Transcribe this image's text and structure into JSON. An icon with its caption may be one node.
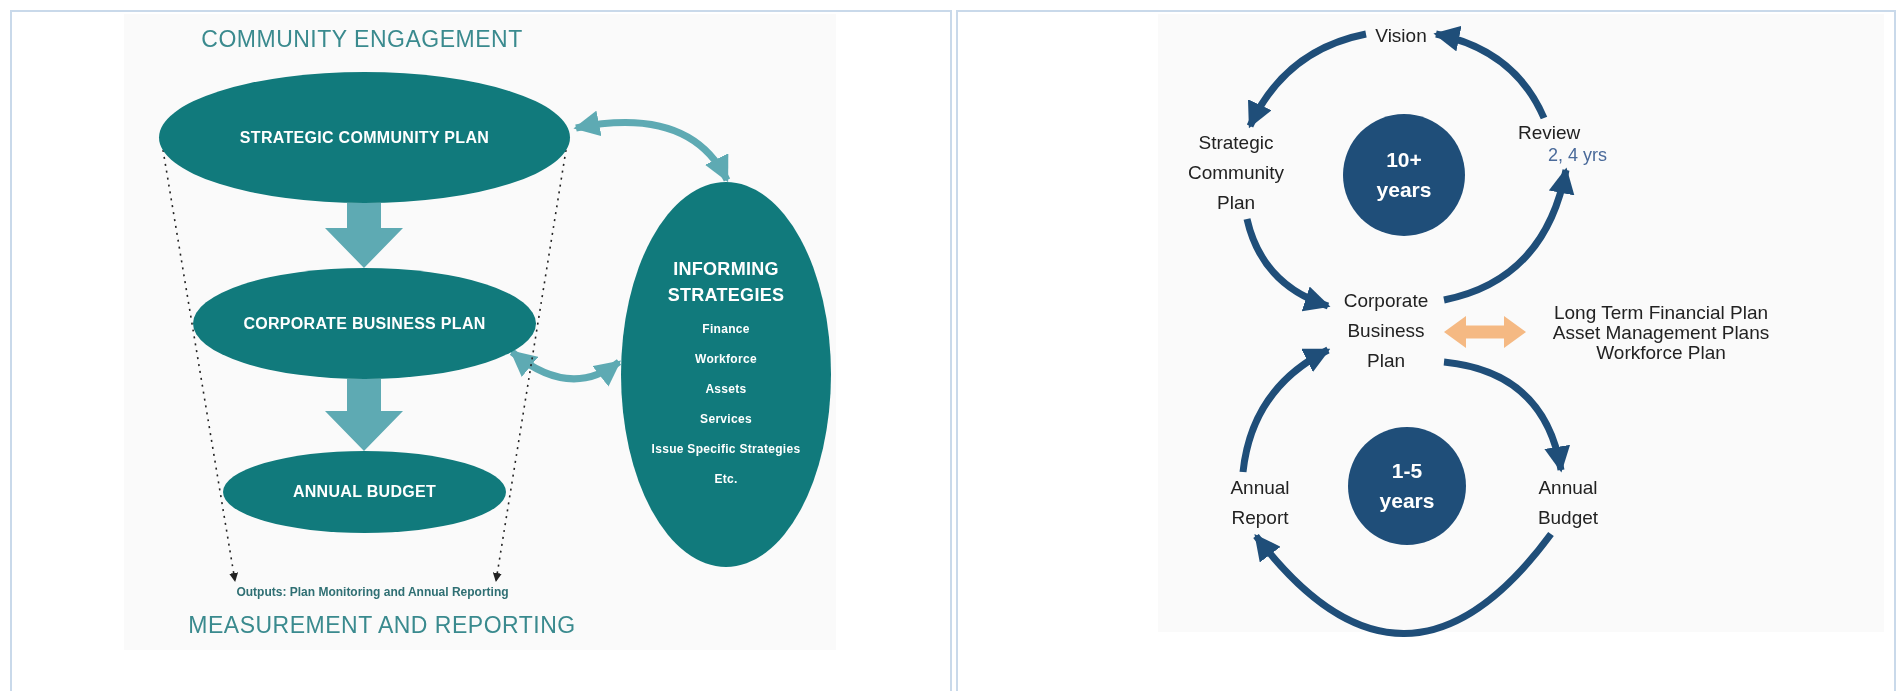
{
  "diagram": {
    "nodes": [
      {
        "text": [
          "STRATEGIC COMMUNITY PLAN"
        ]
      },
      {
        "text": [
          "CORPORATE BUSINESS PLAN"
        ]
      },
      {
        "text": [
          "ANNUAL BUDGET"
        ]
      },
      {
        "text": [
          "INFORMING STRATEGIES",
          "Finance",
          "Workforce",
          "Assets",
          "Services",
          "Issue Specific Strategies",
          "Etc."
        ]
      },
      {
        "text": [
          "Outputs: Plan Monitoring and Annual Reporting"
        ]
      },
      {
        "text": [
          "Vision"
        ]
      },
      {
        "text": [
          "Strategic Community Plan"
        ]
      },
      {
        "text": [
          "10+ years"
        ]
      },
      {
        "text": [
          "Review",
          "2, 4 yrs"
        ]
      },
      {
        "text": [
          "Corporate Business Plan"
        ]
      },
      {
        "text": [
          "Long Term Financial Plan",
          "Asset Management Plans",
          "Workforce Plan"
        ]
      },
      {
        "text": [
          "1-5 years"
        ]
      },
      {
        "text": [
          "Annual Report"
        ]
      },
      {
        "text": [
          "Annual Budget"
        ]
      }
    ],
    "edges": [
      {
        "from": 0,
        "to": 1,
        "arrow": "to",
        "style": "thick",
        "color": "#5eaab3"
      },
      {
        "from": 1,
        "to": 2,
        "arrow": "to",
        "style": "thick",
        "color": "#5eaab3"
      },
      {
        "from": 0,
        "to": 3,
        "arrow": "both",
        "color": "#5eaab3"
      },
      {
        "from": 1,
        "to": 3,
        "arrow": "both",
        "color": "#5eaab3"
      },
      {
        "from": 0,
        "to": 4,
        "arrow": "to",
        "style": "dashed",
        "color": "#222222"
      },
      {
        "from": 0,
        "to": 4,
        "arrow": "to",
        "style": "dashed",
        "color": "#222222"
      },
      {
        "from": 5,
        "to": 6,
        "arrow": "to"
      },
      {
        "from": 6,
        "to": 9,
        "arrow": "to"
      },
      {
        "from": 9,
        "to": 8,
        "arrow": "to"
      },
      {
        "from": 8,
        "to": 5,
        "arrow": "to"
      },
      {
        "from": 9,
        "to": 10,
        "arrow": "both",
        "style": "thick",
        "color": "#f5b983"
      },
      {
        "from": 9,
        "to": 13,
        "arrow": "to"
      },
      {
        "from": 13,
        "to": 12,
        "arrow": "to"
      },
      {
        "from": 12,
        "to": 9,
        "arrow": "to"
      }
    ],
    "labels": [
      "COMMUNITY ENGAGEMENT",
      "MEASUREMENT AND REPORTING"
    ]
  }
}
